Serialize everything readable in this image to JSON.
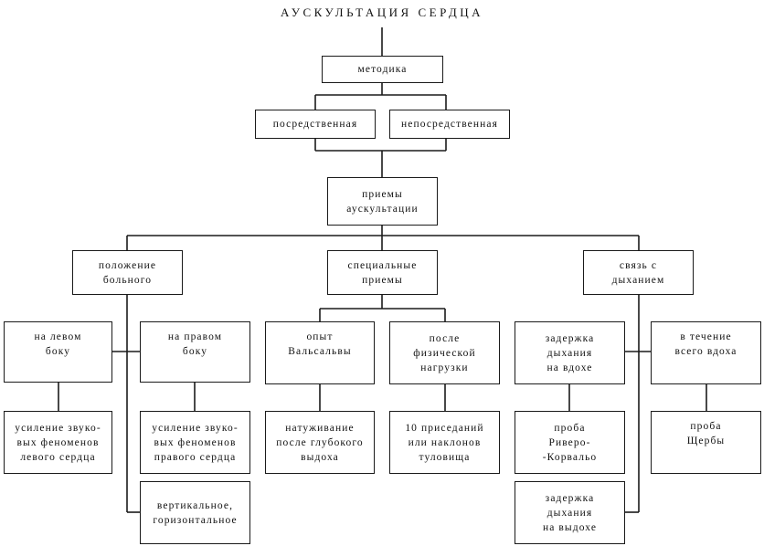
{
  "title": "АУСКУЛЬТАЦИЯ СЕРДЦА",
  "boxes": {
    "metodika": "методика",
    "posredstvennaya": "посредственная",
    "neposredstvennaya": "непосредственная",
    "priemy": "приемы\nаускультации",
    "polozhenie": "положение\nбольного",
    "specialnye": "специальные\nприемы",
    "svyaz": "связь с\nдыханием",
    "levyi_bok": "на левом\nбоку",
    "pravyi_bok": "на правом\nбоку",
    "valsalva": "опыт\nВальсальвы",
    "nagruzka": "после\nфизической\nнагрузки",
    "zaderzhka_vdoh": "задержка\nдыхания\nна вдохе",
    "vdoh": "в течение\nвсего вдоха",
    "usil_levogo": "усиление звуко-\nвых феноменов\nлевого сердца",
    "usil_pravogo": "усиление звуко-\nвых феноменов\nправого сердца",
    "natuzhivanie": "натуживание\nпосле глубокого\nвыдоха",
    "prisedaniya": "10 приседаний\nили наклонов\nтуловища",
    "rivero": "проба\nРиверо-\n-Корвальо",
    "shcherby": "проба\nЩербы",
    "vertikalnoe": "вертикальное,\nгоризонтальное",
    "zaderzhka_vydoh": "задержка\nдыхания\nна выдохе"
  }
}
